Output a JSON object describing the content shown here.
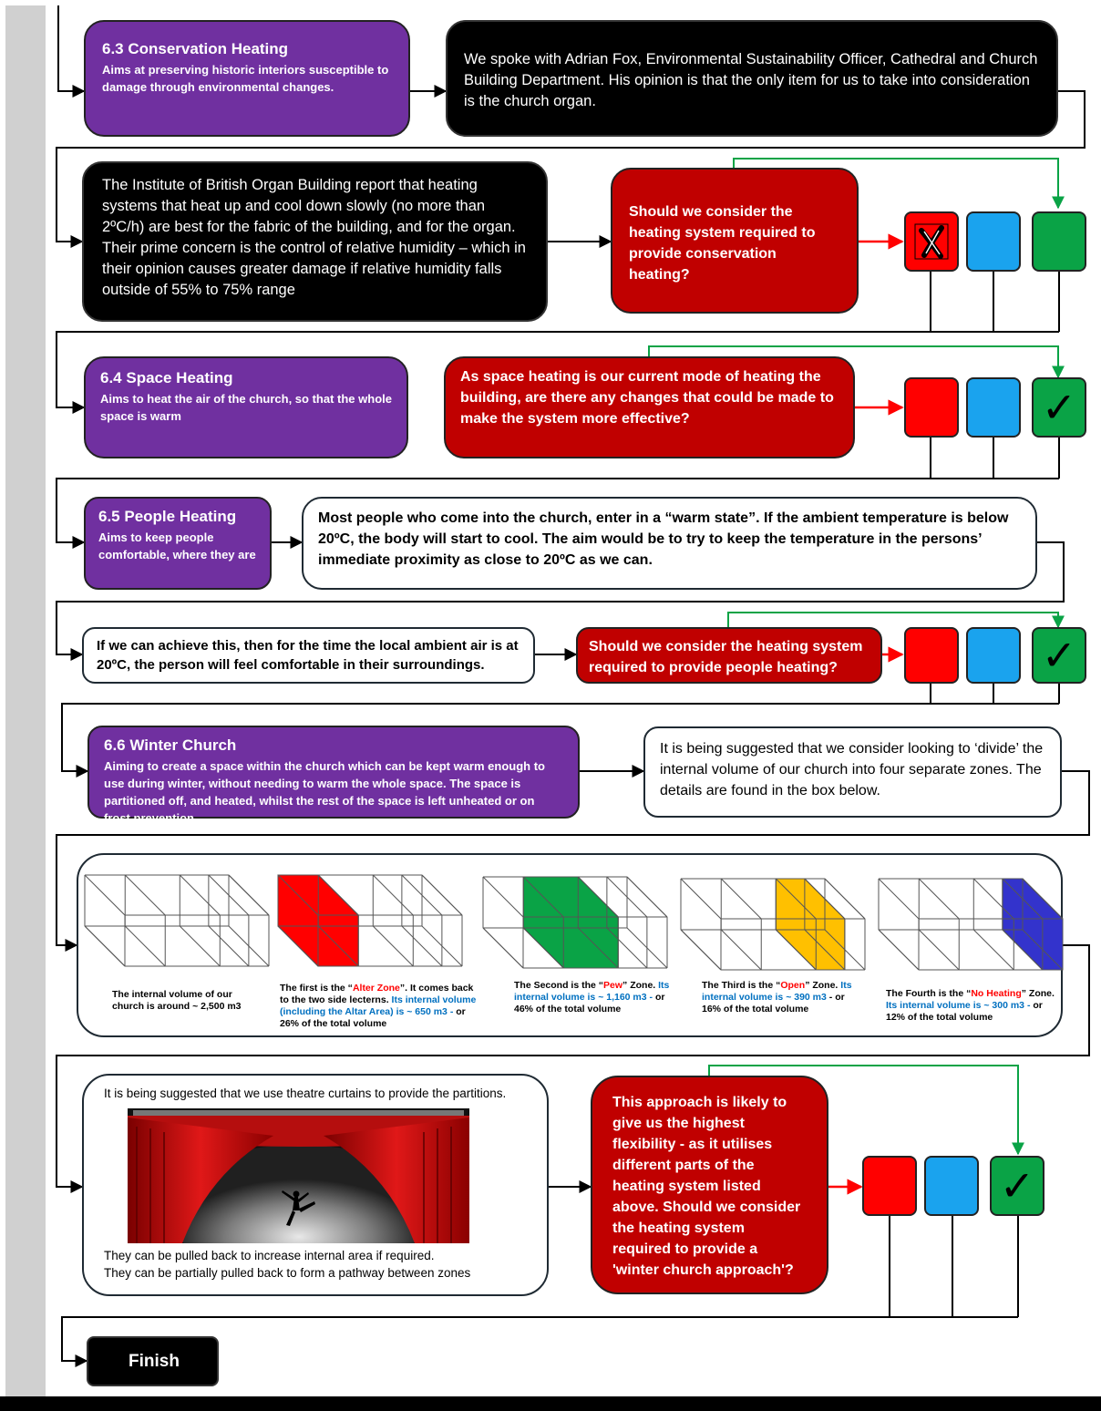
{
  "colors": {
    "purple": "#7030a0",
    "dark_red": "#c00000",
    "red": "#ff0000",
    "blue": "#1aa3ee",
    "green": "#0aa346",
    "yellow": "#ffc000",
    "navy": "#3333cc",
    "side_bar": "#d0d0d0"
  },
  "conservation": {
    "title": "6.3  Conservation Heating",
    "subtitle": "Aims at preserving historic interiors susceptible to damage through environmental changes.",
    "note": "We spoke with Adrian Fox, Environmental Sustainability Officer, Cathedral and Church Building Department. His opinion is that the only item for us to take into consideration is the church organ.",
    "report": "The Institute of British Organ Building report that heating systems that heat up and cool down slowly (no more than 2ºC/h) are best for the fabric of the building, and for the organ. Their prime concern is the control of relative humidity – which in their opinion causes greater damage if relative humidity falls outside of 55% to 75% range",
    "question": "Should we consider the heating system required to provide conservation heating?",
    "answer_icons": [
      "cross-icon",
      "blank",
      "blank"
    ]
  },
  "space": {
    "title": "6.4  Space Heating",
    "subtitle": "Aims to heat the air of the church, so that the whole space is warm",
    "question": "As space heating is our current mode of heating the building, are there any changes that could be made to make the system more effective?",
    "answer_icons": [
      "blank",
      "blank",
      "checkmark-icon"
    ]
  },
  "people": {
    "title": "6.5  People Heating",
    "subtitle": "Aims to keep people comfortable, where they are",
    "note": "Most people who come into the church, enter in a “warm state”. If the ambient temperature is below 20ºC, the body will start to cool. The aim would be to try to keep the temperature in the persons’ immediate proximity as close to 20ºC as we can.",
    "followup": "If we can achieve this, then for the time the local ambient air is at 20ºC, the person will feel comfortable in their surroundings.",
    "question": "Should we consider the heating system required to provide people heating?",
    "answer_icons": [
      "blank",
      "blank",
      "checkmark-icon"
    ]
  },
  "winter": {
    "title": "6.6  Winter Church",
    "subtitle": "Aiming to create a space within the church which can be kept warm enough to use during winter, without needing to warm the whole space.  The space is partitioned off, and heated, whilst the rest of the space is left unheated or on frost prevention.",
    "note": "It is being suggested that we consider looking to ‘divide’ the internal volume of our church into four separate zones. The details are found in the box below.",
    "zones": [
      {
        "parts": [
          {
            "t": "The internal volume of our church is around ~ 2,500 m3",
            "c": ""
          }
        ]
      },
      {
        "parts": [
          {
            "t": "The first is the “",
            "c": ""
          },
          {
            "t": "Alter Zone",
            "c": "rd"
          },
          {
            "t": "”. It comes back to the two side lecterns. ",
            "c": ""
          },
          {
            "t": "Its internal volume (including the Altar Area) is ~ 650 m3 - ",
            "c": "bl"
          },
          {
            "t": "or  26% of the total volume",
            "c": ""
          }
        ]
      },
      {
        "parts": [
          {
            "t": "The Second is the “",
            "c": ""
          },
          {
            "t": "Pew",
            "c": "rd"
          },
          {
            "t": "” Zone. ",
            "c": ""
          },
          {
            "t": "Its internal volume is ~ 1,160 m3 - ",
            "c": "bl"
          },
          {
            "t": "or  46% of the total volume",
            "c": ""
          }
        ]
      },
      {
        "parts": [
          {
            "t": "The Third is the “",
            "c": ""
          },
          {
            "t": "Open",
            "c": "rd"
          },
          {
            "t": "” Zone. ",
            "c": ""
          },
          {
            "t": "Its internal volume is ~ 390 m3 ",
            "c": "bl"
          },
          {
            "t": "- or  16% of the total volume",
            "c": ""
          }
        ]
      },
      {
        "parts": [
          {
            "t": "The Fourth is the “",
            "c": ""
          },
          {
            "t": "No Heating",
            "c": "rd"
          },
          {
            "t": "” Zone. ",
            "c": ""
          },
          {
            "t": "Its internal volume is ~ 300 m3 - ",
            "c": "bl"
          },
          {
            "t": "or  12% of the total volume",
            "c": ""
          }
        ]
      }
    ],
    "curtain_intro": "It is being suggested that we use theatre curtains to provide the partitions.",
    "curtain_line1": "They can be pulled back to increase internal area if required.",
    "curtain_line2": "They can be partially pulled back to form a pathway between zones",
    "question": "This approach is likely to give us the highest flexibility - as it utilises different parts of the heating system listed above. Should we consider the heating system required to provide a 'winter church approach'?",
    "answer_icons": [
      "blank",
      "blank",
      "checkmark-icon"
    ]
  },
  "finish_label": "Finish"
}
